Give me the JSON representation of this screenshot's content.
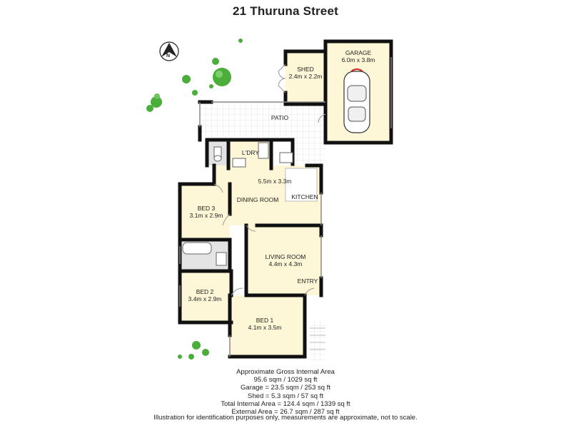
{
  "title": "21 Thuruna Street",
  "compass_label": "N",
  "rooms": {
    "shed": {
      "name": "SHED",
      "dims": "2.4m x 2.2m"
    },
    "garage": {
      "name": "GARAGE",
      "dims": "6.0m x 3.8m"
    },
    "patio": {
      "name": "PATIO"
    },
    "laundry": {
      "name": "L'DRY"
    },
    "dining": {
      "name": "DINING ROOM",
      "dims": "5.5m x 3.3m"
    },
    "kitchen": {
      "name": "KITCHEN"
    },
    "bed3": {
      "name": "BED 3",
      "dims": "3.1m x 2.9m"
    },
    "living": {
      "name": "LIVING ROOM",
      "dims": "4.4m x 4.3m"
    },
    "entry": {
      "name": "ENTRY"
    },
    "bed2": {
      "name": "BED 2",
      "dims": "3.4m x 2.9m"
    },
    "bed1": {
      "name": "BED 1",
      "dims": "4.1m x 3.5m"
    }
  },
  "areas": {
    "heading": "Approximate Gross Internal Area",
    "internal": "95.6 sqm / 1029 sq ft",
    "garage": "Garage = 23.5 sqm / 253 sq ft",
    "shed": "Shed = 5.3 sqm / 57 sq ft",
    "total": "Total Internal Area = 124.4 sqm / 1339 sq ft",
    "external": "External Area = 26.7 sqm / 287 sq ft"
  },
  "disclaimer": "Illustration for identification purposes only, measurements are approximate, not to scale.",
  "colors": {
    "room_fill": "#fdf7d8",
    "wall": "#111111",
    "wet_area": "#e4e4e4",
    "tree": "#4cae3a",
    "garage_car": "#ffffff"
  }
}
